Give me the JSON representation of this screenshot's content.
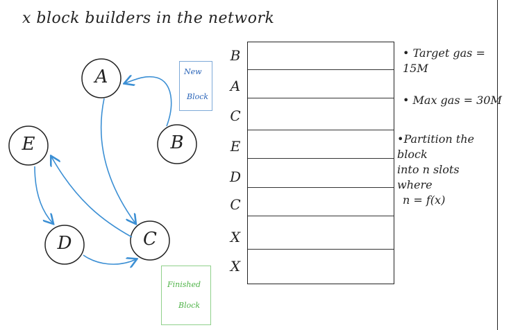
{
  "title": "x block builders in the network",
  "nodes": {
    "a": "A",
    "b": "B",
    "c": "C",
    "d": "D",
    "e": "E"
  },
  "new_block": {
    "line1": "New",
    "line2": "Block"
  },
  "finished_block": {
    "line1": "Finished",
    "line2": "Block"
  },
  "slot_labels": [
    "B",
    "A",
    "C",
    "E",
    "D",
    "C",
    "X",
    "X"
  ],
  "notes": {
    "target_gas": "• Target gas = 15M",
    "max_gas": "• Max gas = 30M",
    "partition_line1": "•Partition the block",
    "partition_line2": "into n slots where",
    "partition_line3": "n = f(x)"
  },
  "colors": {
    "arrow": "#3b8fd4",
    "ink": "#222222",
    "new_box": "#7da9d8",
    "finished_box": "#8fd08a"
  }
}
